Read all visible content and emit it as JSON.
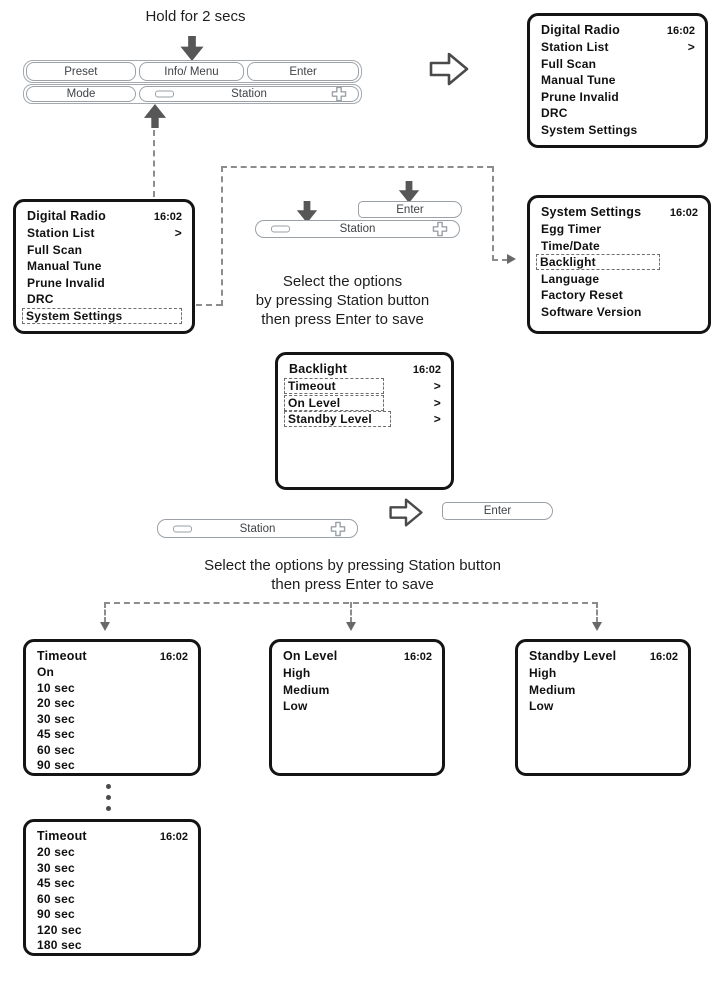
{
  "palette": {
    "screen_border": "#141414",
    "button_border": "#9ba1a7",
    "solid_arrow": "#575757",
    "dashed_line": "#8c8c8c",
    "text": "#1c1c1c"
  },
  "icons": {
    "down_arrow": "solid dark-gray block arrow pointing down",
    "up_arrow": "solid dark-gray block arrow pointing up",
    "right_arrow": "hollow outlined block arrow pointing right",
    "minus": "rounded rectangle minus (volume/scroll down)",
    "plus": "outlined plus (volume/scroll up)",
    "ellipsis": "three vertical dots (list continues)"
  },
  "annotations": {
    "hold_label": "Hold for 2 secs",
    "note_mid": [
      "Select the options",
      "by pressing Station button",
      "then press Enter to save"
    ],
    "note_bottom": [
      "Select the options by pressing Station button",
      "then press Enter to save"
    ]
  },
  "panel": {
    "preset": "Preset",
    "info_menu": "Info/ Menu",
    "enter": "Enter",
    "mode": "Mode",
    "station": "Station"
  },
  "mid_controls": {
    "enter": "Enter",
    "station": "Station"
  },
  "bottom_controls": {
    "station": "Station",
    "enter": "Enter"
  },
  "screens": {
    "digital_radio_top": {
      "title": "Digital Radio",
      "time": "16:02",
      "items": [
        {
          "label": "Station List",
          "suffix": ">"
        },
        {
          "label": "Full Scan",
          "suffix": ""
        },
        {
          "label": "Manual Tune",
          "suffix": ""
        },
        {
          "label": "Prune Invalid",
          "suffix": ""
        },
        {
          "label": "DRC",
          "suffix": ""
        },
        {
          "label": "System Settings",
          "suffix": ""
        }
      ]
    },
    "digital_radio_left": {
      "title": "Digital Radio",
      "time": "16:02",
      "items": [
        {
          "label": "Station List",
          "suffix": ">"
        },
        {
          "label": "Full Scan",
          "suffix": ""
        },
        {
          "label": "Manual Tune",
          "suffix": ""
        },
        {
          "label": "Prune Invalid",
          "suffix": ""
        },
        {
          "label": "DRC",
          "suffix": ""
        },
        {
          "label": "System Settings",
          "suffix": ""
        }
      ]
    },
    "system_settings": {
      "title": "System Settings",
      "time": "16:02",
      "items": [
        {
          "label": "Egg Timer"
        },
        {
          "label": "Time/Date"
        },
        {
          "label": "Backlight"
        },
        {
          "label": "Language"
        },
        {
          "label": "Factory Reset"
        },
        {
          "label": "Software Version"
        }
      ]
    },
    "backlight": {
      "title": "Backlight",
      "time": "16:02",
      "items": [
        {
          "label": "Timeout",
          "suffix": ">"
        },
        {
          "label": "On Level",
          "suffix": ">"
        },
        {
          "label": "Standby Level",
          "suffix": ">"
        }
      ]
    },
    "timeout_first": {
      "title": "Timeout",
      "time": "16:02",
      "items": [
        "On",
        "10 sec",
        "20 sec",
        "30 sec",
        "45 sec",
        "60 sec",
        "90 sec"
      ]
    },
    "on_level": {
      "title": "On Level",
      "time": "16:02",
      "items": [
        "High",
        "Medium",
        "Low"
      ]
    },
    "standby_level": {
      "title": "Standby Level",
      "time": "16:02",
      "items": [
        "High",
        "Medium",
        "Low"
      ]
    },
    "timeout_second": {
      "title": "Timeout",
      "time": "16:02",
      "items": [
        "20 sec",
        "30 sec",
        "45 sec",
        "60 sec",
        "90 sec",
        "120 sec",
        "180 sec"
      ]
    }
  }
}
